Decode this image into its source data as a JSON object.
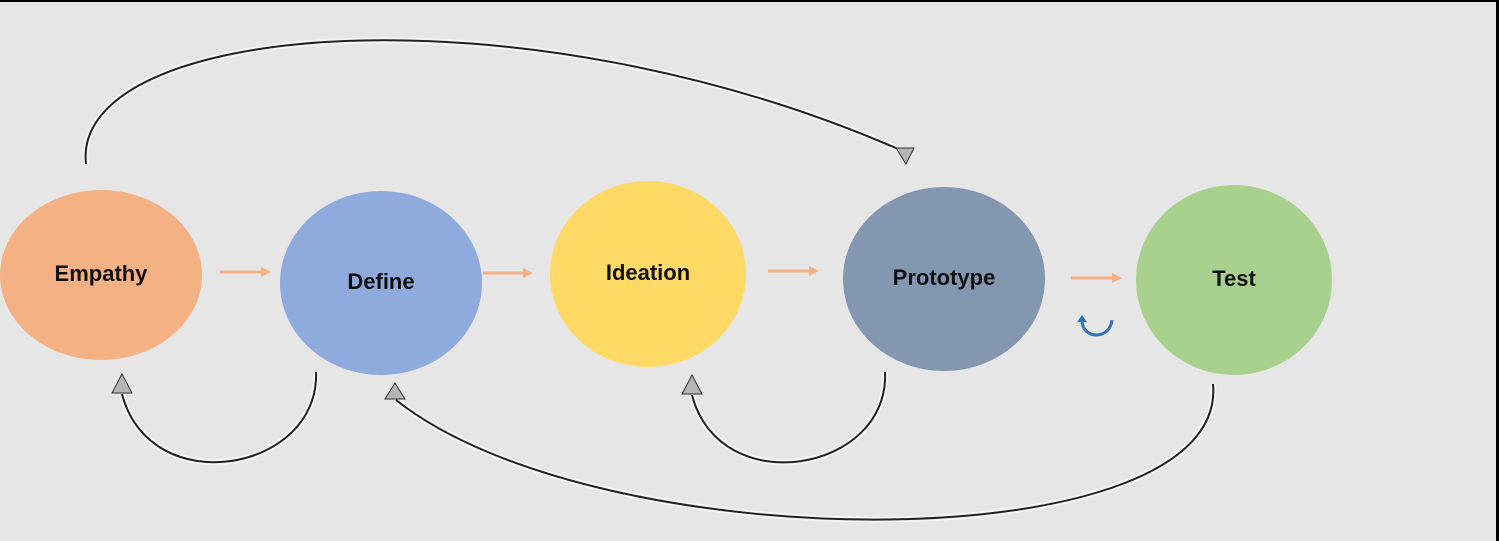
{
  "stages": [
    {
      "id": "empathy",
      "label": "Empathy",
      "color": "#f4b183"
    },
    {
      "id": "define",
      "label": "Define",
      "color": "#8faadc"
    },
    {
      "id": "ideation",
      "label": "Ideation",
      "color": "#ffd966"
    },
    {
      "id": "prototype",
      "label": "Prototype",
      "color": "#8497b0"
    },
    {
      "id": "test",
      "label": "Test",
      "color": "#a9d18e"
    }
  ],
  "colors": {
    "background": "#e6e6e6",
    "forward_arrow": "#f4b183",
    "loop_arrow": "#222222",
    "loop_arrowhead": "#b0b0b0",
    "iterate_icon": "#2e75b6"
  },
  "connections": {
    "forward": [
      {
        "from": "empathy",
        "to": "define"
      },
      {
        "from": "define",
        "to": "ideation"
      },
      {
        "from": "ideation",
        "to": "prototype"
      },
      {
        "from": "prototype",
        "to": "test"
      }
    ],
    "feedback": [
      {
        "from": "empathy",
        "to": "prototype"
      },
      {
        "from": "define",
        "to": "empathy"
      },
      {
        "from": "prototype",
        "to": "ideation"
      },
      {
        "from": "test",
        "to": "define"
      }
    ]
  },
  "icons": {
    "iterate": "curved-arrow-icon"
  }
}
